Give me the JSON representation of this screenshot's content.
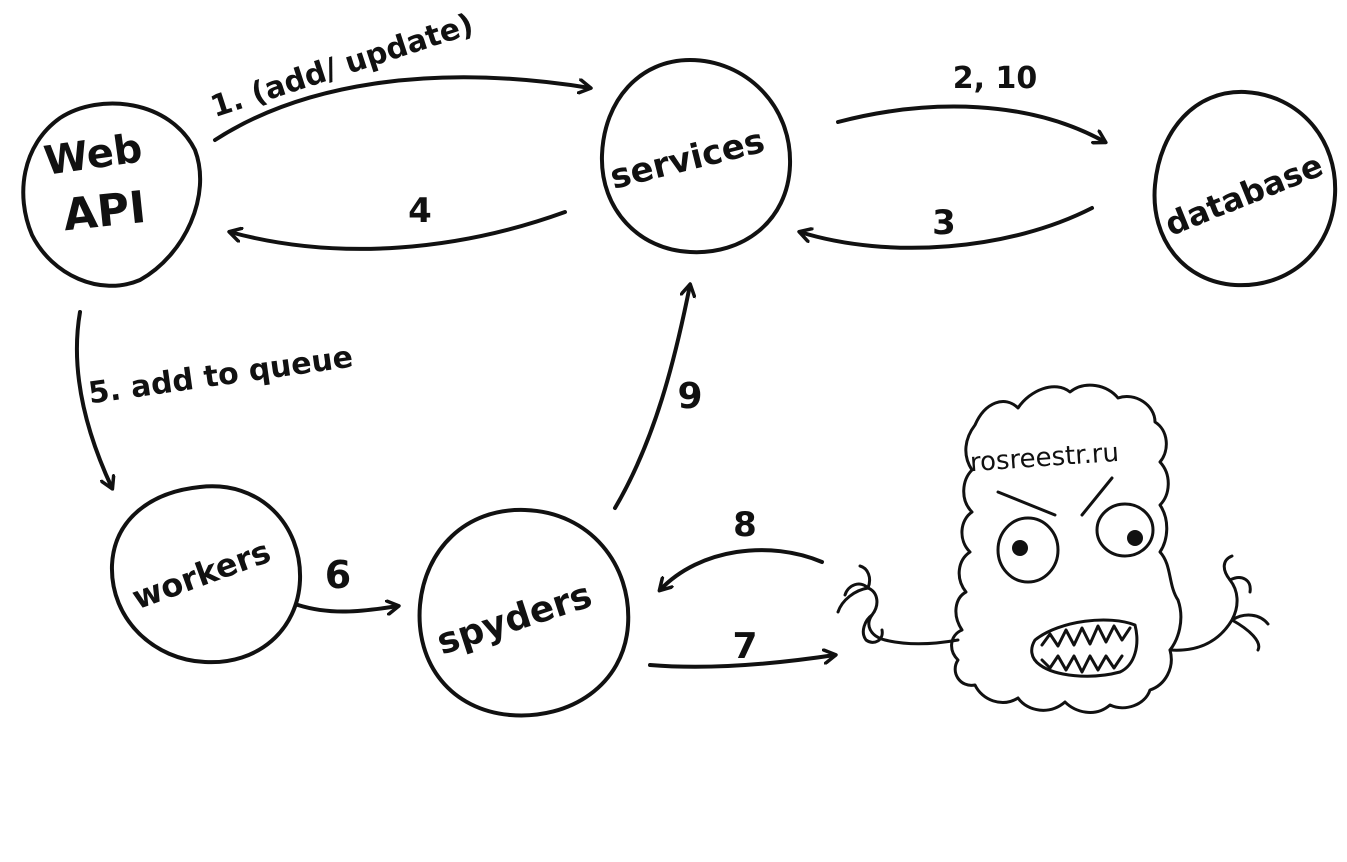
{
  "nodes": {
    "web_api_line1": "Web",
    "web_api_line2": "API",
    "services": "services",
    "database": "database",
    "workers": "workers",
    "spyders": "spyders",
    "rosreestr": "rosreestr.ru"
  },
  "edges": {
    "add_update": "1. (add/ update)",
    "db_write": "2, 10",
    "db_read": "3",
    "to_api": "4",
    "add_to_queue": "5. add to queue",
    "to_spyders": "6",
    "to_site": "7",
    "from_site": "8",
    "to_services": "9"
  }
}
